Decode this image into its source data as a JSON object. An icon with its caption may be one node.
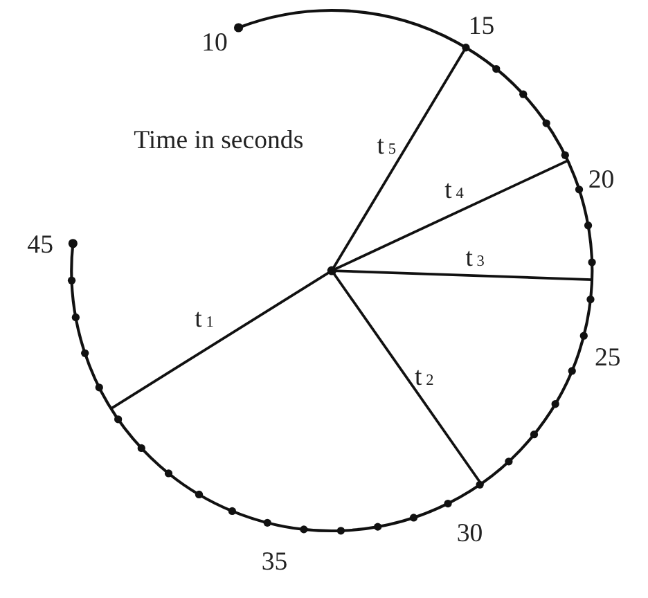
{
  "diagram": {
    "labels": [
      "10",
      "15",
      "Time in seconds",
      "t$_{5}$",
      "t$_{4}$",
      "20",
      "45",
      "t$_{3}$",
      "t$_{1}$",
      "25",
      "t$_{2}$",
      "30",
      "35"
    ]
  }
}
